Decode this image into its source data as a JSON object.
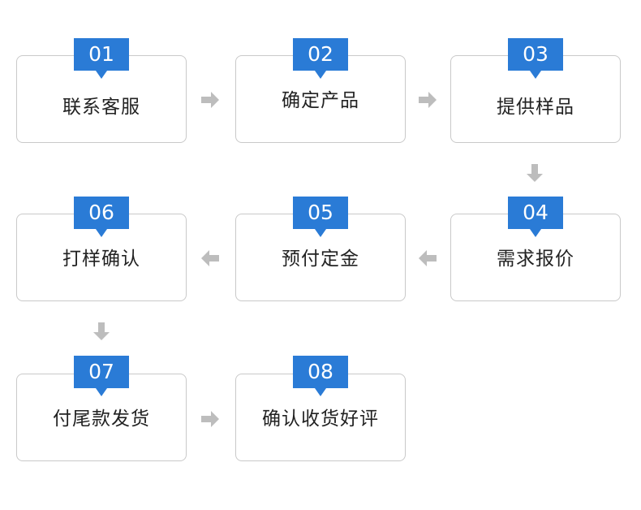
{
  "steps": [
    {
      "number": "01",
      "label": "联系客服"
    },
    {
      "number": "02",
      "label": "确定产品"
    },
    {
      "number": "03",
      "label": "提供样品"
    },
    {
      "number": "04",
      "label": "需求报价"
    },
    {
      "number": "05",
      "label": "预付定金"
    },
    {
      "number": "06",
      "label": "打样确认"
    },
    {
      "number": "07",
      "label": "付尾款发货"
    },
    {
      "number": "08",
      "label": "确认收货好评"
    }
  ],
  "colors": {
    "badge": "#2a7bd6",
    "border": "#c9c9c9",
    "arrow": "#bdbdbd",
    "text": "#222222"
  },
  "icons": {
    "arrow_right": "arrow-right-icon",
    "arrow_left": "arrow-left-icon",
    "arrow_down": "arrow-down-icon"
  }
}
